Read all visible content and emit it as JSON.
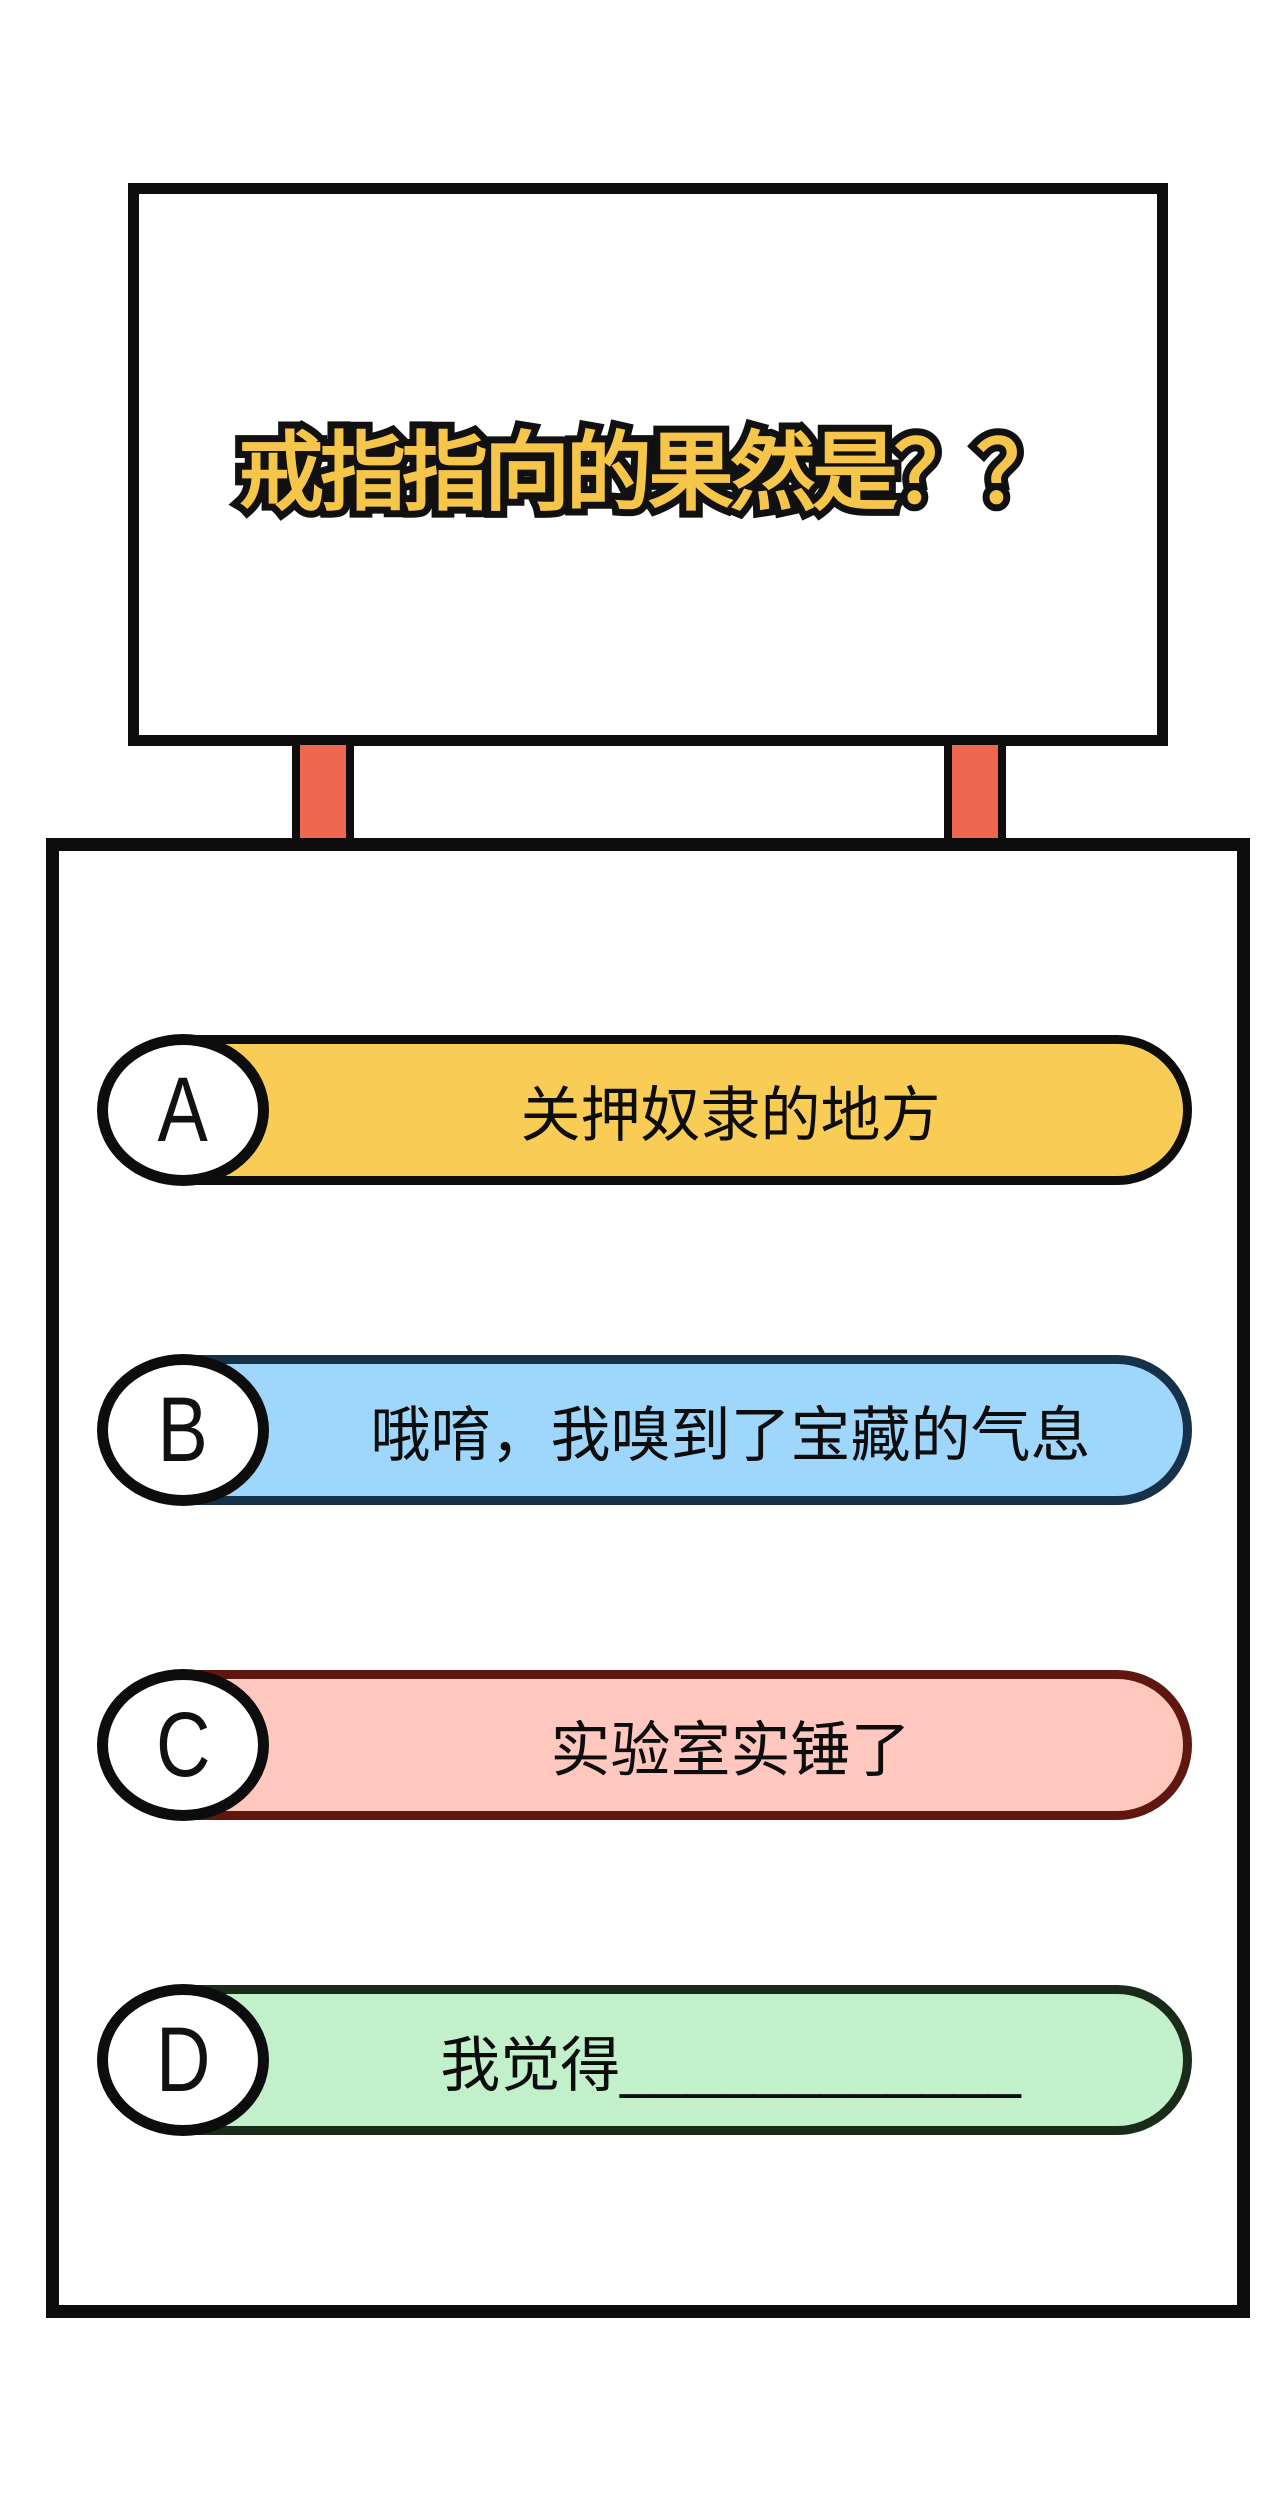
{
  "sign": {
    "title": "戒指指向的果然是？？"
  },
  "colors": {
    "title_yellow": "#F6C64B",
    "outline_black": "#111111",
    "post_red": "#EF6750",
    "frame_black": "#0d0d0d"
  },
  "options": [
    {
      "letter": "A",
      "text": "关押奴隶的地方",
      "fill": "#F8CC55",
      "border": "#0d0d0d"
    },
    {
      "letter": "B",
      "text": "哦唷，我嗅到了宝藏的气息",
      "fill": "#9ED7FB",
      "border": "#16314A"
    },
    {
      "letter": "C",
      "text": "实验室实锤了",
      "fill": "#FFC7BE",
      "border": "#5F1710"
    },
    {
      "letter": "D",
      "text": "我觉得____________",
      "fill": "#C2F0CA",
      "border": "#1A2B1A"
    }
  ]
}
